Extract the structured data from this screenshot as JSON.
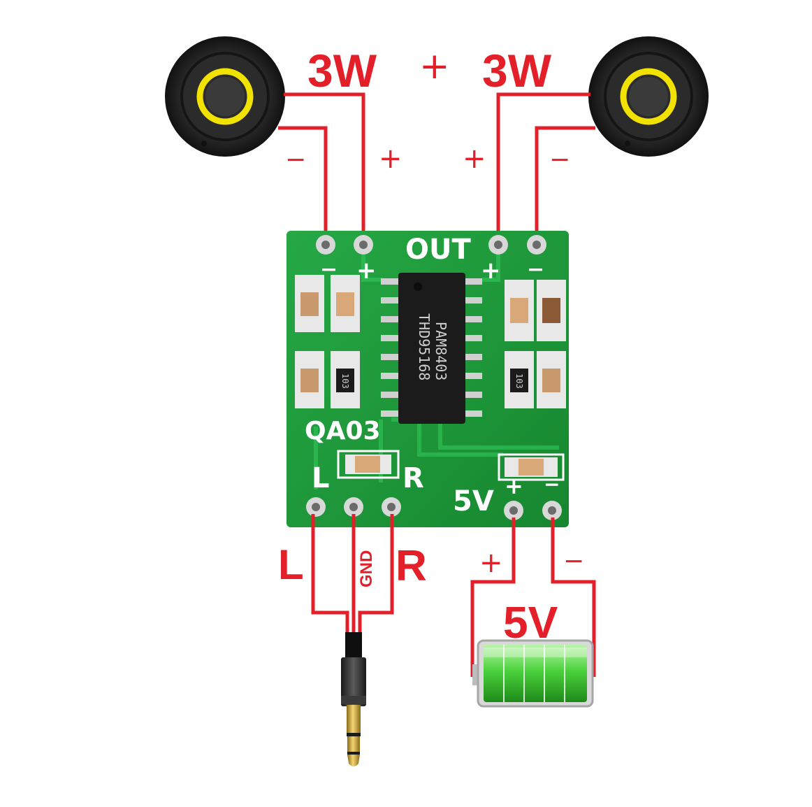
{
  "colors": {
    "wire": "#e3202a",
    "pcb": "#1f9a3a",
    "pcb_dark": "#157a2c",
    "chip": "#1b1b1b",
    "battery": "#4bd23c",
    "speaker_ring": "#f2e200"
  },
  "labels": {
    "power_left": "3W",
    "power_right": "3W",
    "center_plus": "+",
    "spk_left_minus": "−",
    "spk_left_plus": "+",
    "spk_right_plus": "+",
    "spk_right_minus": "−",
    "in_left": "L",
    "in_gnd": "GND",
    "in_right": "R",
    "supply_plus": "+",
    "supply_minus": "−",
    "battery_voltage": "5V"
  },
  "board": {
    "out_label": "OUT",
    "pin_out_left_minus": "−",
    "pin_out_left_plus": "+",
    "pin_out_right_plus": "+",
    "pin_out_right_minus": "−",
    "model": "QA03",
    "pin_l": "L",
    "pin_r": "R",
    "pin_5v": "5V",
    "pin_5v_plus": "+",
    "pin_5v_minus": "−",
    "chip_line1": "PAM8403",
    "chip_line2": "THD95168",
    "resistor_code": "103"
  },
  "icons": {
    "left_speaker": "speaker-icon",
    "right_speaker": "speaker-icon",
    "audio_jack": "audio-jack-icon",
    "battery": "battery-icon"
  }
}
